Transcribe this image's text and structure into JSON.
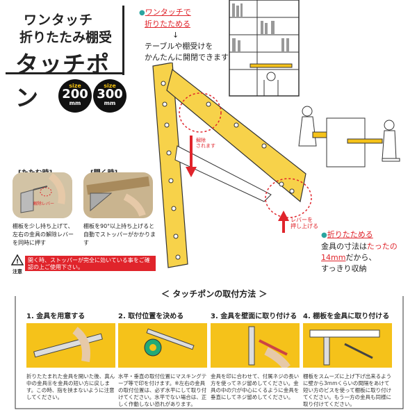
{
  "title": {
    "line1": "ワンタッチ",
    "line2": "折りたたみ棚受",
    "line3": "タッチポン"
  },
  "sizes": [
    {
      "label": "size",
      "value": "200",
      "unit": "mm"
    },
    {
      "label": "size",
      "value": "300",
      "unit": "mm"
    }
  ],
  "feature1": {
    "bullet": "●",
    "line1": "ワンタッチで",
    "line2": "折りたためる",
    "arrow": "↓",
    "desc1": "テーブルや棚受けを",
    "desc2": "かんたんに開閉できます"
  },
  "feature2": {
    "bullet": "●",
    "line1": "折りたためる",
    "desc1a": "金具の寸法は",
    "desc1b": "たったの",
    "desc2": "14mm",
    "desc2b": "だから、",
    "desc3": "すっきり収納"
  },
  "annotations": {
    "release": "解除\nされます",
    "lever": "レバーを\n押し上げる"
  },
  "fold_panel": {
    "label": "[たたむ時]",
    "lever": "解除レバー",
    "desc": "棚板を少し持ち上げて、左右の金具の解除レバーを同時に押す"
  },
  "open_panel": {
    "label": "[開く時]",
    "desc": "棚板を90°以上持ち上げると自動でストッパーがかかります"
  },
  "warning": {
    "icon": "!",
    "icon_label": "注意",
    "text": "開く時、ストッパーが完全に効いている事をご確認の上ご使用下さい。"
  },
  "howto": {
    "title": "タッチポンの取付方法",
    "steps": [
      {
        "title": "1. 金具を用意する",
        "text": "折りたたまれた金具を開いた後、真ん中の金具Ⓑを金具の短い方に戻します。この時、指を挟まないように注意してください。"
      },
      {
        "title": "2. 取付位置を決める",
        "text": "水平・垂直の取付位置にマスキングテープ等で印を付けます。※左右の金具の取付位置は、必ず水平にして取り付けてください。水平でない場合は、正しく作動しない恐れがあります。"
      },
      {
        "title": "3. 金具を壁面に取り付ける",
        "text": "金具を印に合わせて、付属ネジの長い方を使ってネジ留めしてください。金具の中の穴が中心にくるように金具を垂直にしてネジ留めしてください。"
      },
      {
        "title": "4. 棚板を金具に取り付ける",
        "text": "棚板をスムーズに上げ下げ出来るように壁から3mmくらいの間隔をあけて短い方のビスを使って棚板に取り付けてください。もう一方の金具も同様に取り付けてください。"
      }
    ]
  },
  "colors": {
    "accent": "#f5c21a",
    "red": "#e0242b",
    "teal": "#2aa5a0"
  }
}
